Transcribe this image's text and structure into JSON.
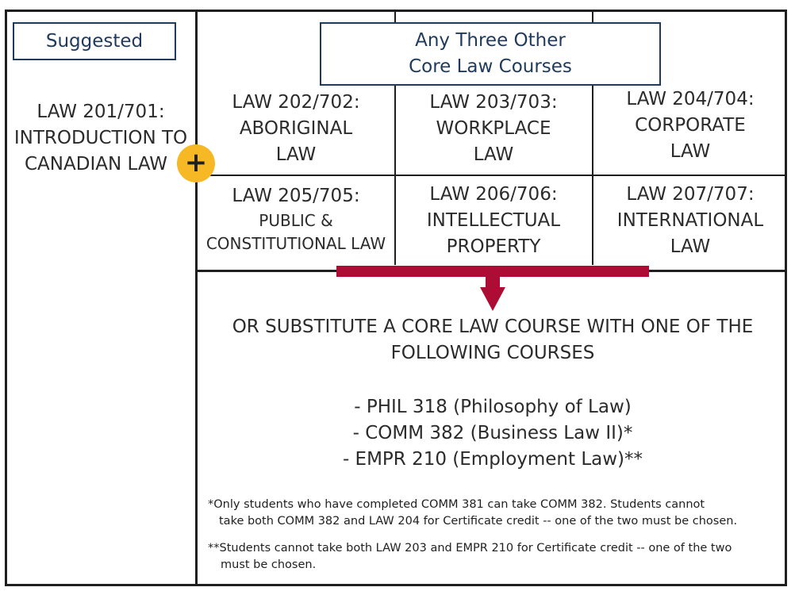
{
  "suggested_label": "Suggested",
  "any_three": {
    "line1": "Any Three Other",
    "line2": "Core Law Courses"
  },
  "intro_course": {
    "line1": "LAW 201/701:",
    "line2": "INTRODUCTION TO",
    "line3": "CANADIAN LAW"
  },
  "plus_symbol": "+",
  "core_courses": [
    {
      "code": "LAW 202/702:",
      "line1": "ABORIGINAL",
      "line2": "LAW"
    },
    {
      "code": "LAW 203/703:",
      "line1": "WORKPLACE",
      "line2": "LAW"
    },
    {
      "code": "LAW 204/704:",
      "line1": "CORPORATE",
      "line2": "LAW"
    },
    {
      "code": "LAW 205/705:",
      "line1": "PUBLIC &",
      "line2": "CONSTITUTIONAL LAW"
    },
    {
      "code": "LAW 206/706:",
      "line1": "INTELLECTUAL",
      "line2": "PROPERTY"
    },
    {
      "code": "LAW 207/707:",
      "line1": "INTERNATIONAL",
      "line2": "LAW"
    }
  ],
  "substitute": {
    "line1": "OR SUBSTITUTE A CORE LAW COURSE WITH ONE OF THE",
    "line2": "FOLLOWING COURSES"
  },
  "substitute_courses": [
    "- PHIL 318 (Philosophy of Law)",
    "- COMM 382 (Business Law II)*",
    "- EMPR 210 (Employment Law)**"
  ],
  "notes": {
    "note1_line1": "*Only students who have completed COMM 381 can take COMM 382. Students cannot",
    "note1_line2": "take both COMM 382 and LAW 204 for Certificate credit -- one of the two must be chosen.",
    "note2_line1": "**Students cannot take both LAW 203 and EMPR 210 for Certificate credit -- one of the two",
    "note2_line2": "must be chosen."
  },
  "colors": {
    "navy": "#1f3a5c",
    "arrow_red": "#ad0d35",
    "plus_gold": "#f7b825"
  }
}
